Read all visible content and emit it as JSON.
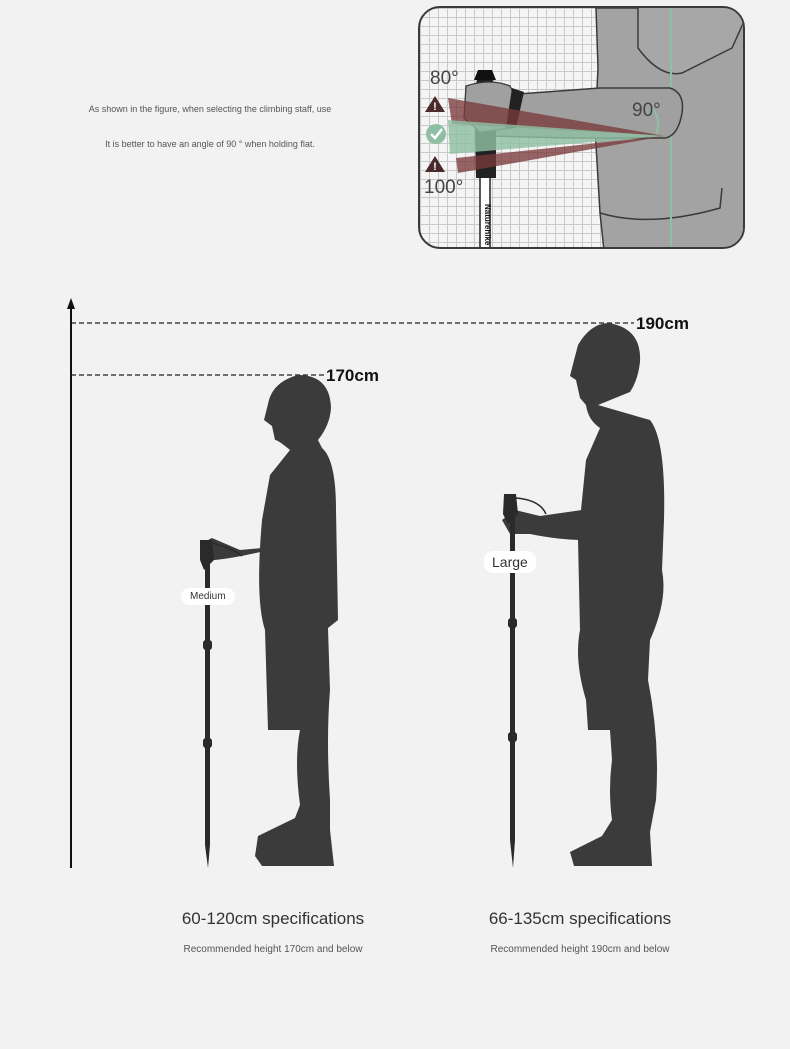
{
  "intro": {
    "line1": "As shown in the figure, when selecting the climbing staff, use",
    "line2": "It is better to have an angle of 90 ° when holding flat."
  },
  "angle_diagram": {
    "angle_high": "80°",
    "angle_right": "90°",
    "angle_low": "100°",
    "brand": "Naturehike",
    "colors": {
      "warning": "#7a3a3a",
      "correct": "#8fbfa3",
      "arm": "#a0a0a0"
    }
  },
  "height_chart": {
    "short_height": "170cm",
    "tall_height": "190cm"
  },
  "sizes": [
    {
      "tag": "Medium",
      "title": "60-120cm specifications",
      "subtitle": "Recommended height 170cm and below"
    },
    {
      "tag": "Large",
      "title": "66-135cm specifications",
      "subtitle": "Recommended height 190cm and below"
    }
  ]
}
